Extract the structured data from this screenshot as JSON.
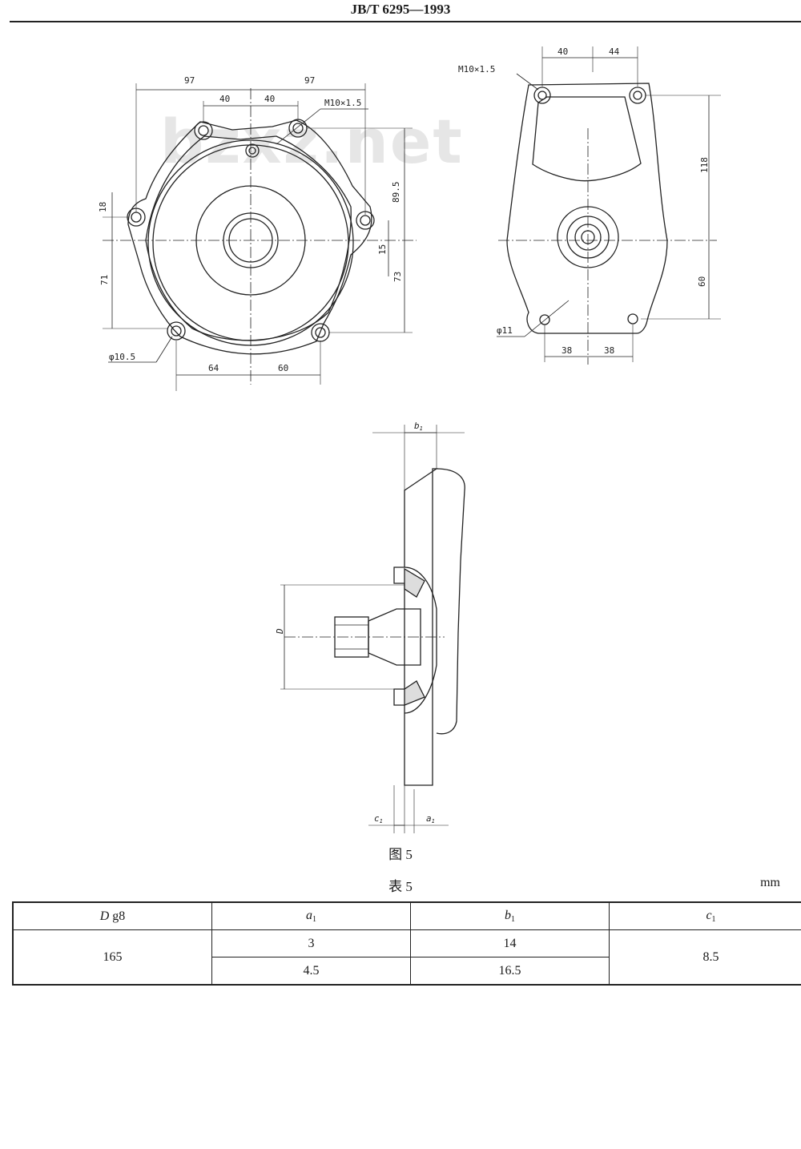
{
  "header": {
    "title": "JB/T  6295—1993"
  },
  "watermark": "b...x...net",
  "drawing": {
    "front_view": {
      "dims": {
        "half_width_left": "97",
        "half_width_right": "97",
        "bolt_left": "40",
        "bolt_right": "40",
        "thread": "M10×1.5",
        "h18": "18",
        "h89_5": "89.5",
        "h15": "15",
        "h71": "71",
        "h73": "73",
        "hole": "φ10.5",
        "b64": "64",
        "b60": "60"
      }
    },
    "side_view": {
      "dims": {
        "t40": "40",
        "t44": "44",
        "thread": "M10×1.5",
        "v118": "118",
        "v60": "60",
        "hole": "φ11",
        "b38a": "38",
        "b38b": "38"
      }
    },
    "section_view": {
      "labels": {
        "b1": "b",
        "b1_sub": "1",
        "D": "D",
        "c1": "c",
        "c1_sub": "1",
        "a1": "a",
        "a1_sub": "1"
      }
    }
  },
  "figure_caption": "图 5",
  "table_caption": "表  5",
  "unit": "mm",
  "table": {
    "headers": {
      "d": "D",
      "d_suffix": " g8",
      "a": "a",
      "a_sub": "1",
      "b": "b",
      "b_sub": "1",
      "c": "c",
      "c_sub": "1"
    },
    "D": "165",
    "rows": [
      {
        "a1": "3",
        "b1": "14"
      },
      {
        "a1": "4.5",
        "b1": "16.5"
      }
    ],
    "c1": "8.5"
  }
}
